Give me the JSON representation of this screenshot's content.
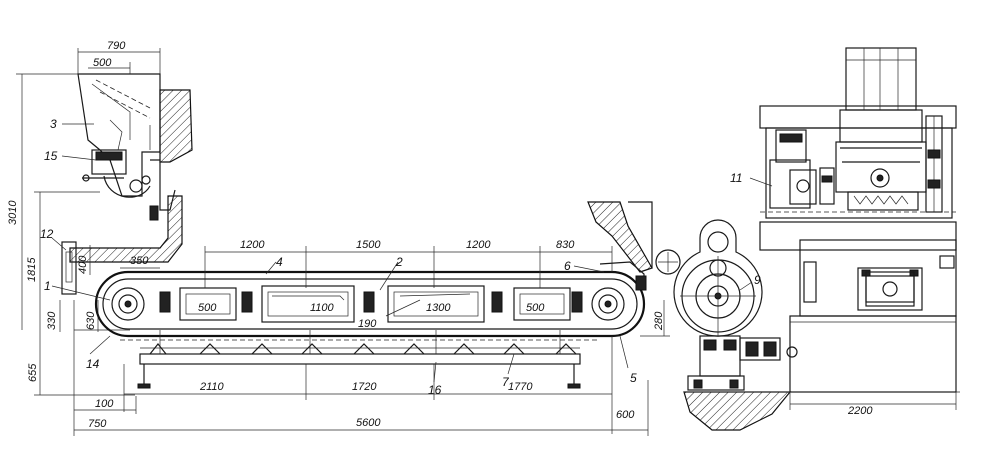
{
  "dimensions": {
    "hopper_top": "790",
    "hopper_inner": "500",
    "total_height": "3010",
    "height_1815": "1815",
    "height_655": "655",
    "height_330": "330",
    "height_400": "400",
    "height_630": "630",
    "height_280": "280",
    "d_350": "350",
    "top_1200_left": "1200",
    "top_1500": "1500",
    "top_1200_right": "1200",
    "top_830": "830",
    "pan_500_left": "500",
    "pan_1100": "1100",
    "pan_1300": "1300",
    "pan_500_right": "500",
    "d_190": "190",
    "bot_100": "100",
    "bot_750": "750",
    "bot_2110": "2110",
    "bot_1720": "1720",
    "bot_1770": "1770",
    "bot_5600": "5600",
    "bot_600": "600",
    "right_2200": "2200"
  },
  "labels": {
    "l1": "1",
    "l2": "2",
    "l3": "3",
    "l4": "4",
    "l5": "5",
    "l6": "6",
    "l7": "7",
    "l9": "9",
    "l11": "11",
    "l12": "12",
    "l14": "14",
    "l15": "15",
    "l16": "16"
  }
}
